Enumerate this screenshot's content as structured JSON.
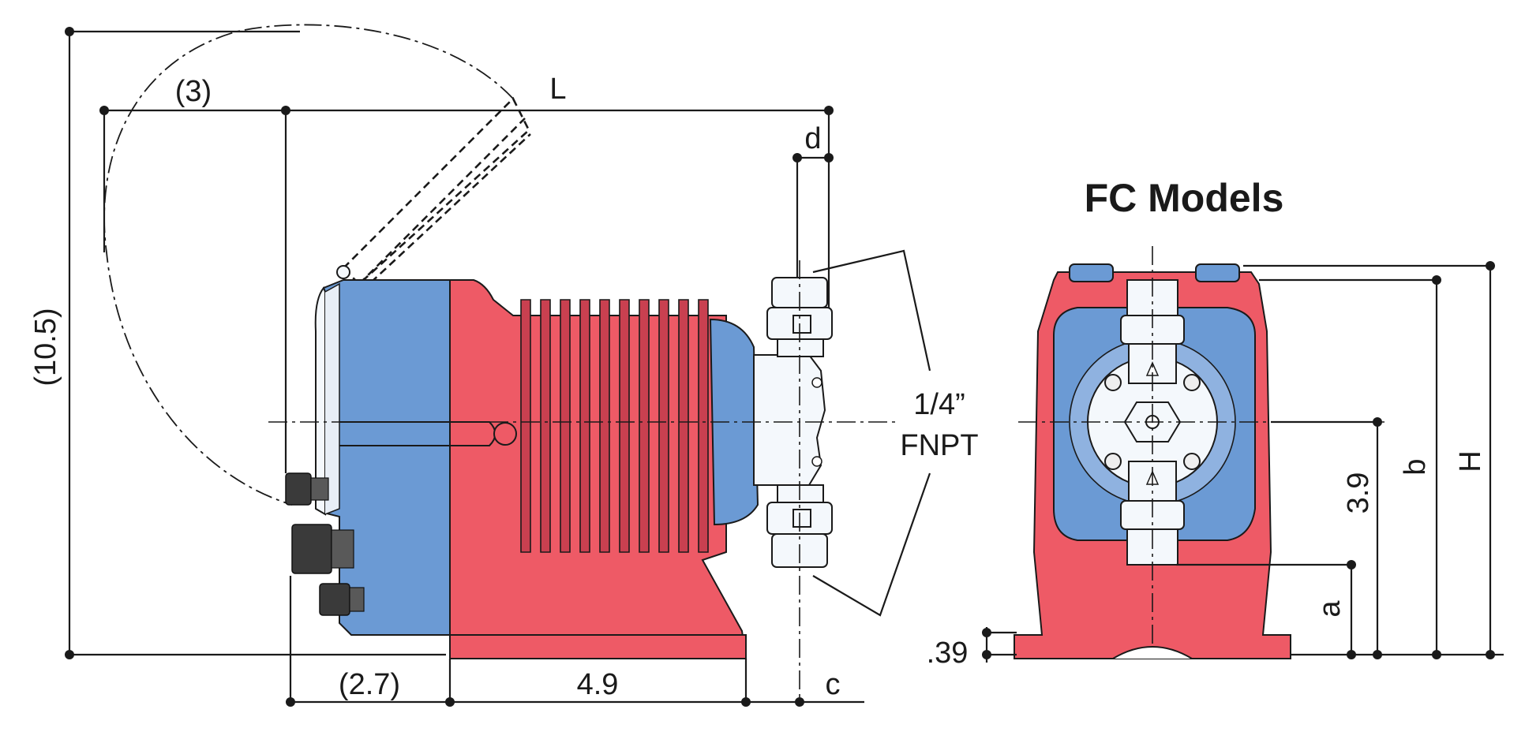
{
  "title": "FC Models",
  "side_view": {
    "overall_height": "(10.5)",
    "cover_swing": "(3)",
    "length": "L",
    "port_offset": "d",
    "port_size_line1": "1/4”",
    "port_size_line2": "FNPT",
    "rear_depth": "(2.7)",
    "base_length": "4.9",
    "port_to_base": "c"
  },
  "front_view": {
    "center_height": "3.9",
    "center_height_letter": "b",
    "overall_height_letter": "H",
    "lower_port_height": "a",
    "base_thickness": ".39"
  },
  "colors": {
    "housing_red": "#ee5a66",
    "housing_blue": "#6b9ad4",
    "pump_head_white": "#f4f8fc",
    "connector_gray": "#3a3a3a"
  }
}
